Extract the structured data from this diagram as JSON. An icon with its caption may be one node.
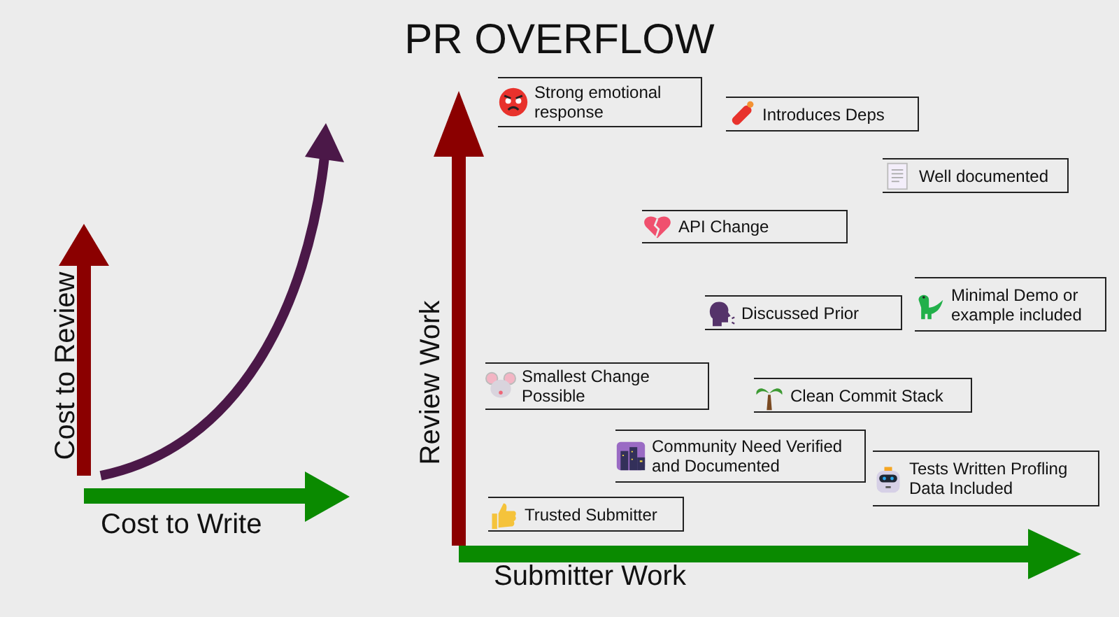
{
  "diagram": {
    "title": "PR OVERFLOW",
    "nodes": [
      {
        "text": [
          "Strong emotional response"
        ]
      },
      {
        "text": [
          "Introduces Deps"
        ]
      },
      {
        "text": [
          "Well documented"
        ]
      },
      {
        "text": [
          "API Change"
        ]
      },
      {
        "text": [
          "Discussed Prior"
        ]
      },
      {
        "text": [
          "Minimal Demo or example included"
        ]
      },
      {
        "text": [
          "Smallest Change Possible"
        ]
      },
      {
        "text": [
          "Clean Commit Stack"
        ]
      },
      {
        "text": [
          "Community Need Verified and Documented"
        ]
      },
      {
        "text": [
          "Tests Written Profling Data Included"
        ]
      },
      {
        "text": [
          "Trusted Submitter"
        ]
      }
    ],
    "edges": [],
    "labels": [
      "Cost to Review",
      "Cost to Write",
      "Review Work",
      "Submitter Work"
    ]
  }
}
